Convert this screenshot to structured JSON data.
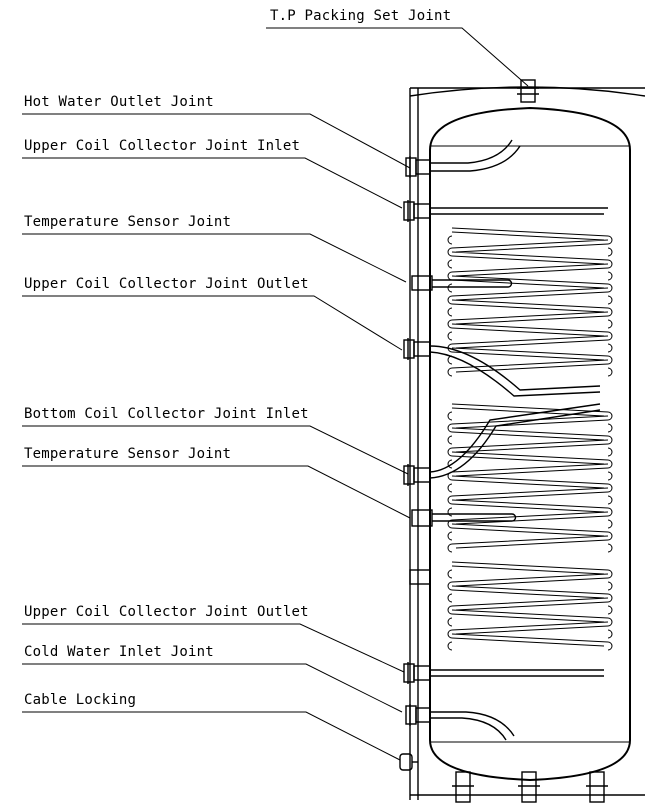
{
  "labels": {
    "tp_packing": "T.P Packing Set Joint",
    "hot_water_outlet": "Hot Water Outlet Joint",
    "upper_coil_inlet": "Upper Coil Collector Joint Inlet",
    "temp_sensor_1": "Temperature Sensor Joint",
    "upper_coil_outlet_1": "Upper Coil Collector Joint Outlet",
    "bottom_coil_inlet": "Bottom Coil Collector Joint Inlet",
    "temp_sensor_2": "Temperature Sensor Joint",
    "upper_coil_outlet_2": "Upper Coil Collector Joint Outlet",
    "cold_water_inlet": "Cold Water Inlet Joint",
    "cable_locking": "Cable Locking"
  },
  "colors": {
    "line": "#000000",
    "background": "#ffffff"
  }
}
